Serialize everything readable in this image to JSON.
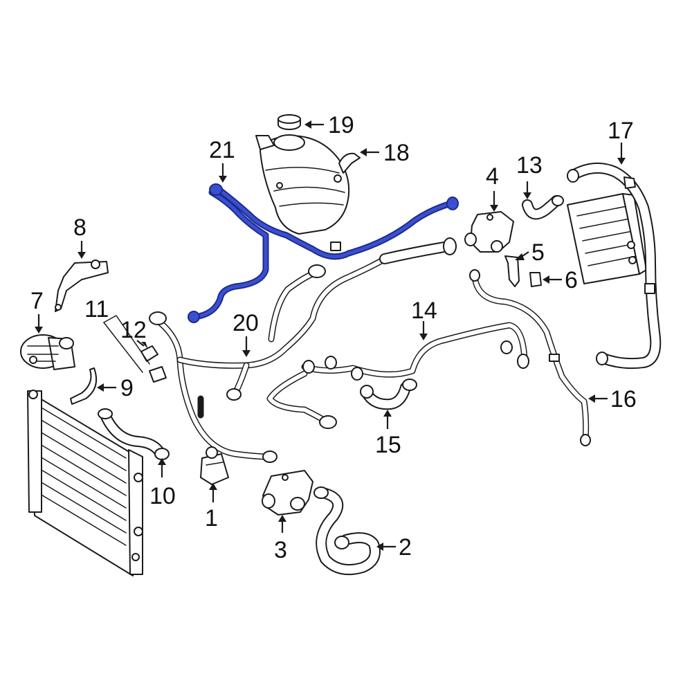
{
  "colors": {
    "line": "#1a1a1a",
    "highlight": "#1c2a8c",
    "highlight_fill": "#3a4fd0",
    "background": "#ffffff"
  },
  "callouts": {
    "c1": "1",
    "c2": "2",
    "c3": "3",
    "c4": "4",
    "c5": "5",
    "c6": "6",
    "c7": "7",
    "c8": "8",
    "c9": "9",
    "c10": "10",
    "c11": "11",
    "c12": "12",
    "c13": "13",
    "c14": "14",
    "c15": "15",
    "c16": "16",
    "c17": "17",
    "c18": "18",
    "c19": "19",
    "c20": "20",
    "c21": "21"
  },
  "highlighted_part": "21"
}
